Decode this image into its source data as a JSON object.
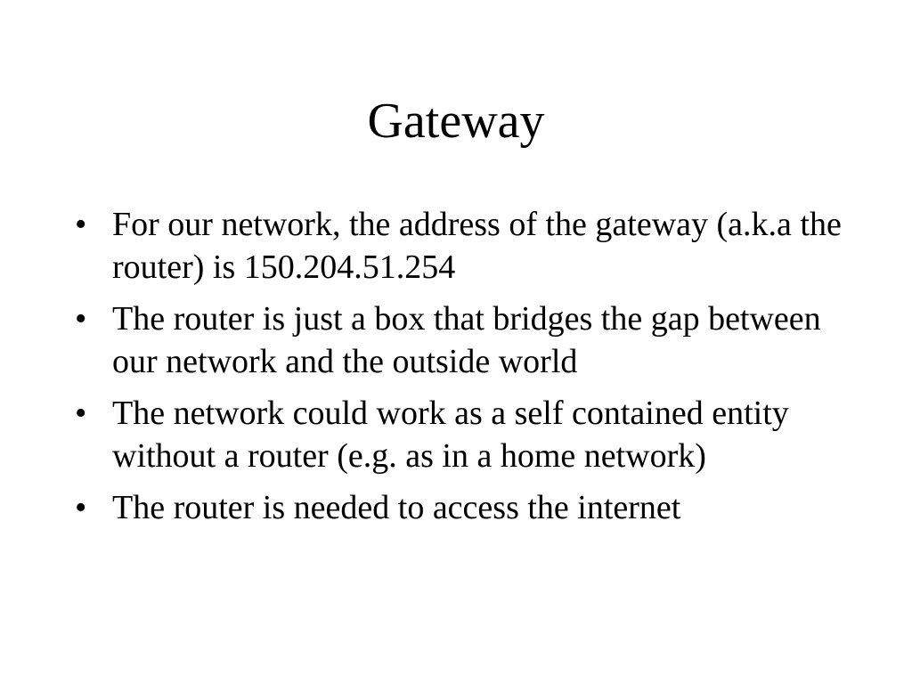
{
  "slide": {
    "title": "Gateway",
    "bullet_symbol": "•",
    "bullets": [
      {
        "text": "For our network, the address of the gateway (a.k.a the router) is 150.204.51.254"
      },
      {
        "text": "The router is just a box that bridges the gap between our network and the outside world"
      },
      {
        "text": "The network could work as a self contained entity without a router (e.g. as in a home network)"
      },
      {
        "text": "The router is needed to access the internet"
      }
    ]
  }
}
